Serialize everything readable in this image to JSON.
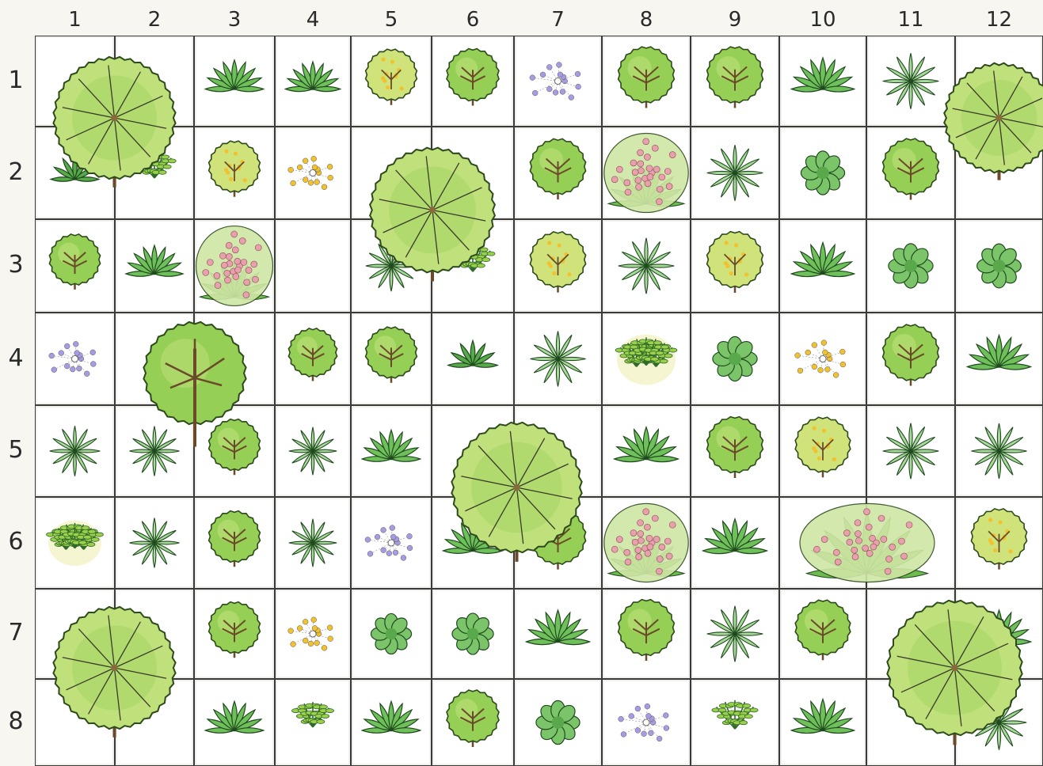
{
  "colors": {
    "background": "#f7f6f1",
    "cell": "#ffffff",
    "grid_line": "#3a3a3a",
    "canopy_light": "#bfe07a",
    "canopy_mid": "#95cf55",
    "canopy_dark": "#6eae3c",
    "trunk": "#6b4a2a",
    "leaf": "#3f8f3a",
    "flower_pink": "#e9a0ad",
    "flower_yellow": "#f2c22e",
    "flower_purple": "#a99be3"
  },
  "grid": {
    "col_labels": [
      "1",
      "2",
      "3",
      "4",
      "5",
      "6",
      "7",
      "8",
      "9",
      "10",
      "11",
      "12"
    ],
    "row_labels": [
      "1",
      "2",
      "3",
      "4",
      "5",
      "6",
      "7",
      "8"
    ]
  },
  "plants": [
    {
      "kind": "big-tree",
      "row": 1,
      "col": 1,
      "span_cols": 2,
      "span_rows": 2
    },
    {
      "kind": "big-tree",
      "row": 1,
      "col": 12,
      "span_cols": 1,
      "span_rows": 2
    },
    {
      "kind": "big-tree",
      "row": 2,
      "col": 5,
      "span_cols": 2,
      "span_rows": 2
    },
    {
      "kind": "big-tree",
      "row": 5,
      "col": 6,
      "span_cols": 2,
      "span_rows": 2
    },
    {
      "kind": "big-tree",
      "row": 7,
      "col": 1,
      "span_cols": 2,
      "span_rows": 2
    },
    {
      "kind": "big-tree",
      "row": 7,
      "col": 11,
      "span_cols": 2,
      "span_rows": 2
    },
    {
      "kind": "branch-tree",
      "row": 4,
      "col": 2,
      "span_cols": 2,
      "span_rows": 2
    },
    {
      "kind": "flower-bush",
      "row": 3,
      "col": 3,
      "span_cols": 1,
      "span_rows": 1
    },
    {
      "kind": "flower-bush",
      "row": 6,
      "col": 10,
      "span_cols": 2,
      "span_rows": 1
    },
    {
      "kind": "fern",
      "row": 1,
      "col": 3
    },
    {
      "kind": "fern",
      "row": 1,
      "col": 4
    },
    {
      "kind": "yellow-shrub",
      "row": 1,
      "col": 5
    },
    {
      "kind": "round-shrub",
      "row": 1,
      "col": 6
    },
    {
      "kind": "purple-flowers",
      "row": 1,
      "col": 7
    },
    {
      "kind": "round-shrub",
      "row": 1,
      "col": 8
    },
    {
      "kind": "round-shrub",
      "row": 1,
      "col": 9
    },
    {
      "kind": "fern",
      "row": 1,
      "col": 10
    },
    {
      "kind": "spiky",
      "row": 1,
      "col": 11
    },
    {
      "kind": "small-fern",
      "row": 2,
      "col": 1
    },
    {
      "kind": "herb",
      "row": 2,
      "col": 2
    },
    {
      "kind": "yellow-shrub",
      "row": 2,
      "col": 3
    },
    {
      "kind": "yellow-flowers",
      "row": 2,
      "col": 4
    },
    {
      "kind": "round-shrub",
      "row": 2,
      "col": 7
    },
    {
      "kind": "flower-bush",
      "row": 2,
      "col": 8
    },
    {
      "kind": "spiky",
      "row": 2,
      "col": 9
    },
    {
      "kind": "leafy",
      "row": 2,
      "col": 10
    },
    {
      "kind": "round-shrub",
      "row": 2,
      "col": 11
    },
    {
      "kind": "round-shrub",
      "row": 3,
      "col": 1
    },
    {
      "kind": "fern",
      "row": 3,
      "col": 2
    },
    {
      "kind": "spiky",
      "row": 3,
      "col": 5
    },
    {
      "kind": "herb",
      "row": 3,
      "col": 6
    },
    {
      "kind": "yellow-shrub",
      "row": 3,
      "col": 7
    },
    {
      "kind": "spiky",
      "row": 3,
      "col": 8
    },
    {
      "kind": "yellow-shrub",
      "row": 3,
      "col": 9
    },
    {
      "kind": "fern",
      "row": 3,
      "col": 10
    },
    {
      "kind": "leafy",
      "row": 3,
      "col": 11
    },
    {
      "kind": "leafy",
      "row": 3,
      "col": 12
    },
    {
      "kind": "purple-flowers",
      "row": 4,
      "col": 1
    },
    {
      "kind": "round-shrub",
      "row": 4,
      "col": 4
    },
    {
      "kind": "round-shrub",
      "row": 4,
      "col": 5
    },
    {
      "kind": "small-fern",
      "row": 4,
      "col": 6
    },
    {
      "kind": "spiky",
      "row": 4,
      "col": 7
    },
    {
      "kind": "herb-bush",
      "row": 4,
      "col": 8
    },
    {
      "kind": "leafy",
      "row": 4,
      "col": 9
    },
    {
      "kind": "yellow-flowers",
      "row": 4,
      "col": 10
    },
    {
      "kind": "round-shrub",
      "row": 4,
      "col": 11
    },
    {
      "kind": "fern",
      "row": 4,
      "col": 12
    },
    {
      "kind": "spiky",
      "row": 5,
      "col": 1
    },
    {
      "kind": "spiky",
      "row": 5,
      "col": 2
    },
    {
      "kind": "round-shrub",
      "row": 5,
      "col": 3
    },
    {
      "kind": "spiky",
      "row": 5,
      "col": 4
    },
    {
      "kind": "fern",
      "row": 5,
      "col": 5
    },
    {
      "kind": "fern",
      "row": 5,
      "col": 8
    },
    {
      "kind": "round-shrub",
      "row": 5,
      "col": 9
    },
    {
      "kind": "yellow-shrub",
      "row": 5,
      "col": 10
    },
    {
      "kind": "spiky",
      "row": 5,
      "col": 11
    },
    {
      "kind": "spiky",
      "row": 5,
      "col": 12
    },
    {
      "kind": "herb-bush",
      "row": 6,
      "col": 1
    },
    {
      "kind": "spiky",
      "row": 6,
      "col": 2
    },
    {
      "kind": "round-shrub",
      "row": 6,
      "col": 3
    },
    {
      "kind": "spiky",
      "row": 6,
      "col": 4
    },
    {
      "kind": "purple-flowers",
      "row": 6,
      "col": 5
    },
    {
      "kind": "fern",
      "row": 6,
      "col": 6
    },
    {
      "kind": "round-shrub",
      "row": 6,
      "col": 7
    },
    {
      "kind": "flower-bush",
      "row": 6,
      "col": 8
    },
    {
      "kind": "fern",
      "row": 6,
      "col": 9
    },
    {
      "kind": "yellow-shrub",
      "row": 6,
      "col": 12
    },
    {
      "kind": "round-shrub",
      "row": 7,
      "col": 3
    },
    {
      "kind": "yellow-flowers",
      "row": 7,
      "col": 4
    },
    {
      "kind": "leafy",
      "row": 7,
      "col": 5
    },
    {
      "kind": "leafy",
      "row": 7,
      "col": 6
    },
    {
      "kind": "fern",
      "row": 7,
      "col": 7
    },
    {
      "kind": "round-shrub",
      "row": 7,
      "col": 8
    },
    {
      "kind": "spiky",
      "row": 7,
      "col": 9
    },
    {
      "kind": "round-shrub",
      "row": 7,
      "col": 10
    },
    {
      "kind": "fern",
      "row": 7,
      "col": 12
    },
    {
      "kind": "fern",
      "row": 8,
      "col": 3
    },
    {
      "kind": "herb",
      "row": 8,
      "col": 4
    },
    {
      "kind": "fern",
      "row": 8,
      "col": 5
    },
    {
      "kind": "round-shrub",
      "row": 8,
      "col": 6
    },
    {
      "kind": "leafy",
      "row": 8,
      "col": 7
    },
    {
      "kind": "purple-flowers",
      "row": 8,
      "col": 8
    },
    {
      "kind": "herb",
      "row": 8,
      "col": 9
    },
    {
      "kind": "fern",
      "row": 8,
      "col": 10
    },
    {
      "kind": "spiky",
      "row": 8,
      "col": 12
    }
  ]
}
